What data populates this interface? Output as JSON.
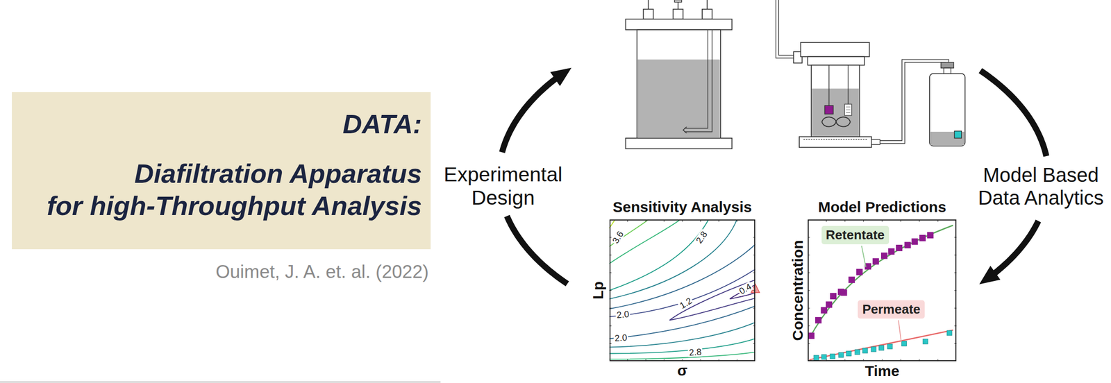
{
  "diagram": {
    "nodes": [
      {
        "text": [
          "DATA:",
          "Diafiltration Apparatus",
          "for high-Throughput Analysis"
        ]
      },
      {
        "text": [
          "Sensitivity Analysis"
        ]
      },
      {
        "text": [
          "Model Predictions"
        ]
      },
      {
        "text": [
          "Retentate"
        ],
        "in": 2
      },
      {
        "text": [
          "Permeate"
        ],
        "in": 2
      }
    ],
    "labels": [
      "Ouimet, J. A. et. al. (2022)",
      "Experimental Design",
      "Model Based Data Analytics",
      "3.6",
      "2.8",
      "0.4",
      "1.2",
      "2.0",
      "2.0",
      "2.8",
      "σ",
      "Lp",
      "Time",
      "Concentration"
    ]
  }
}
